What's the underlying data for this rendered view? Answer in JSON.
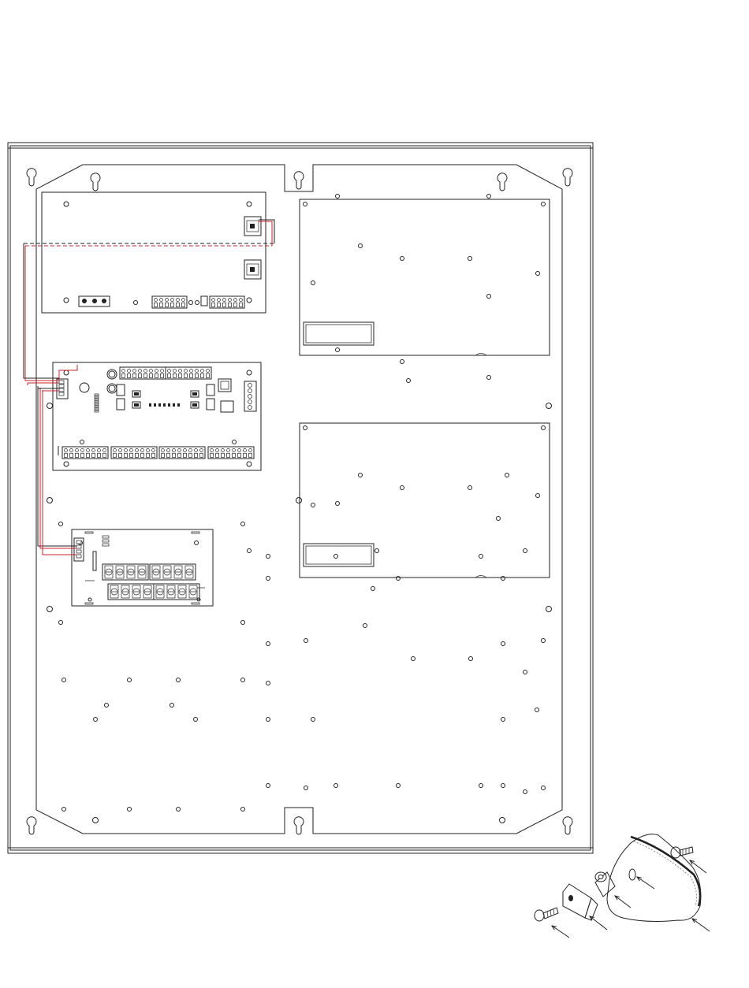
{
  "colors": {
    "line": "#222222",
    "wire_red": "#d0202a",
    "wire_black": "#222222",
    "background": "#ffffff"
  },
  "panel": {
    "keyholes": 8,
    "mounting_holes": "many"
  },
  "boards": [
    {
      "name": "power-supply-board"
    },
    {
      "name": "controller-board"
    },
    {
      "name": "relay-board"
    },
    {
      "name": "upper-expansion-plate"
    },
    {
      "name": "lower-expansion-plate"
    }
  ],
  "inset": {
    "parts": [
      "screw",
      "standoff",
      "bracket",
      "screw",
      "enclosure-wall"
    ]
  }
}
